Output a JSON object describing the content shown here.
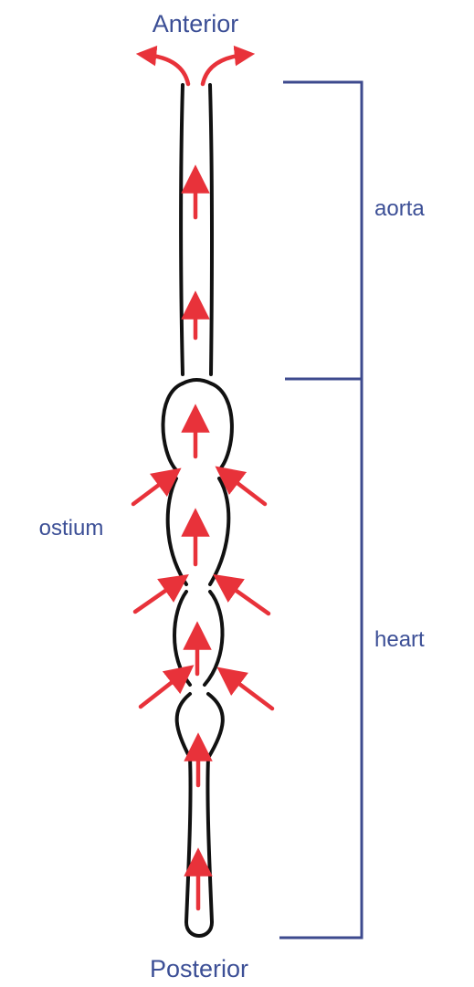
{
  "labels": {
    "anterior": "Anterior",
    "posterior": "Posterior",
    "aorta": "aorta",
    "heart": "heart",
    "ostium": "ostium"
  },
  "colors": {
    "label": "#3c4f96",
    "bracket": "#3d4a8e",
    "arrow": "#e8323a",
    "outline": "#111111"
  }
}
